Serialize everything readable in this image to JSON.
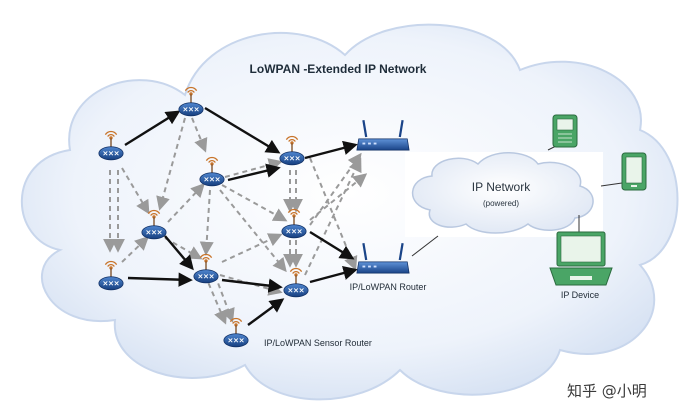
{
  "diagram": {
    "title": "LoWPAN -Extended IP Network",
    "ip_network_label": "IP Network",
    "ip_network_sub": "(powered)",
    "router_label": "IP/LoWPAN  Router",
    "sensor_router_label": "IP/LoWPAN  Sensor Router",
    "device_label": "IP Device",
    "watermark": "知乎 @小明"
  },
  "colors": {
    "cloud_outer": "#dfe8f6",
    "cloud_inner": "#ffffff",
    "node_blue": "#1f5aa6",
    "antenna": "#c8742a",
    "arrow_solid": "#111111",
    "arrow_dashed": "#9a9a9a",
    "device_green": "#3d9b5a"
  },
  "icons": [
    "sensor-node-icon",
    "router-icon",
    "laptop-icon",
    "phone-icon",
    "pda-icon"
  ]
}
